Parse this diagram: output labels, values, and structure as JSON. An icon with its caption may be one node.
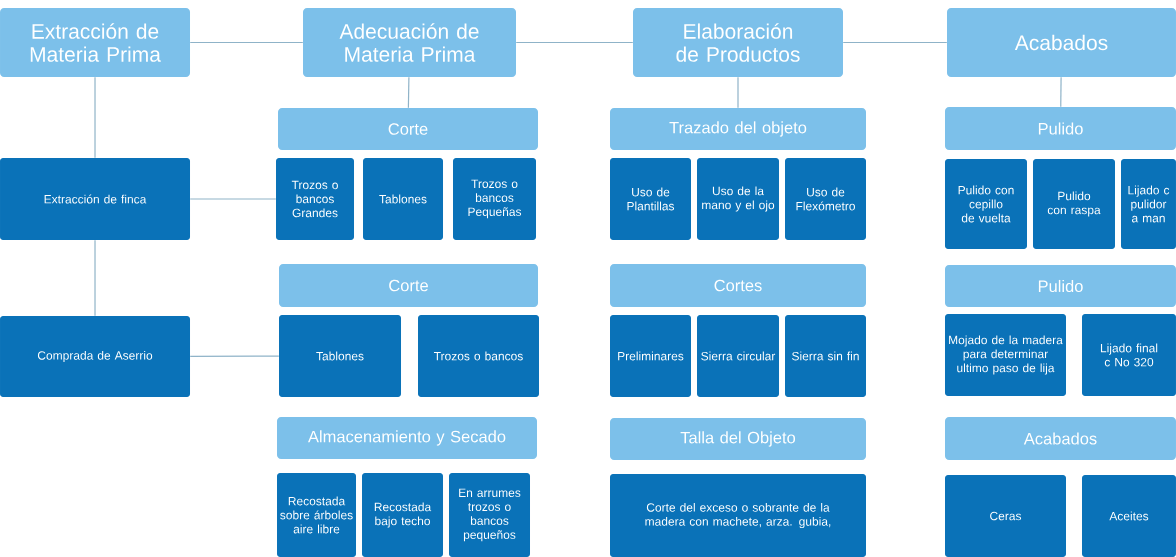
{
  "diagram": {
    "nodes": [
      {
        "text": [
          "Extracción de Materia Prima"
        ]
      },
      {
        "text": [
          "Adecuación  de Materia Prima"
        ]
      },
      {
        "text": [
          "Elaboración de Productos"
        ]
      },
      {
        "text": [
          "Acabados"
        ]
      },
      {
        "text": [
          "Extracción de finca"
        ]
      },
      {
        "text": [
          "Comprada de Aserrio"
        ]
      },
      {
        "text": [
          "Corte"
        ]
      },
      {
        "text": [
          "Trozos o bancos Grandes"
        ]
      },
      {
        "text": [
          "Tablones"
        ]
      },
      {
        "text": [
          "Trozos o bancos Pequeñas"
        ]
      },
      {
        "text": [
          "Corte"
        ]
      },
      {
        "text": [
          "Tablones"
        ]
      },
      {
        "text": [
          "Trozos o bancos"
        ]
      },
      {
        "text": [
          "Almacenamiento y Secado"
        ]
      },
      {
        "text": [
          "Recostada sobre árboles aire libre"
        ]
      },
      {
        "text": [
          "Recostada bajo techo"
        ]
      },
      {
        "text": [
          "En arrumes trozos o bancos pequeños"
        ]
      },
      {
        "text": [
          "Trazado del objeto"
        ]
      },
      {
        "text": [
          "Uso de Plantillas"
        ]
      },
      {
        "text": [
          "Uso de la mano y el ojo"
        ]
      },
      {
        "text": [
          "Uso de Flexómetro"
        ]
      },
      {
        "text": [
          "Cortes"
        ]
      },
      {
        "text": [
          "Preliminares"
        ]
      },
      {
        "text": [
          "Sierra circular"
        ]
      },
      {
        "text": [
          "Sierra sin fin"
        ]
      },
      {
        "text": [
          "Talla del Objeto"
        ]
      },
      {
        "text": [
          "Corte del exceso o sobrante de la madera con machete, arza. gubia,"
        ]
      },
      {
        "text": [
          "Pulido"
        ]
      },
      {
        "text": [
          "Pulido con cepillo de vuelta"
        ]
      },
      {
        "text": [
          "Pulido con raspa"
        ]
      },
      {
        "text": [
          "Lijado c pulidor a man"
        ]
      },
      {
        "text": [
          "Pulido"
        ]
      },
      {
        "text": [
          "Mojado de la madera para determinar ultimo paso de lija"
        ]
      },
      {
        "text": [
          "Lijado final c No 320"
        ]
      },
      {
        "text": [
          "Acabados"
        ]
      },
      {
        "text": [
          "Ceras"
        ]
      },
      {
        "text": [
          "Aceites"
        ]
      }
    ],
    "edges": [
      {
        "from": 0,
        "to": 1,
        "arrow": "none"
      },
      {
        "from": 1,
        "to": 2,
        "arrow": "none"
      },
      {
        "from": 2,
        "to": 3,
        "arrow": "none"
      },
      {
        "from": 0,
        "to": 4,
        "arrow": "none"
      },
      {
        "from": 4,
        "to": 5,
        "arrow": "none"
      },
      {
        "from": 4,
        "to": 7,
        "arrow": "none"
      },
      {
        "from": 5,
        "to": 11,
        "arrow": "none"
      },
      {
        "from": 1,
        "to": 6,
        "arrow": "none"
      },
      {
        "from": 2,
        "to": 17,
        "arrow": "none"
      },
      {
        "from": 3,
        "to": 27,
        "arrow": "none"
      }
    ]
  }
}
